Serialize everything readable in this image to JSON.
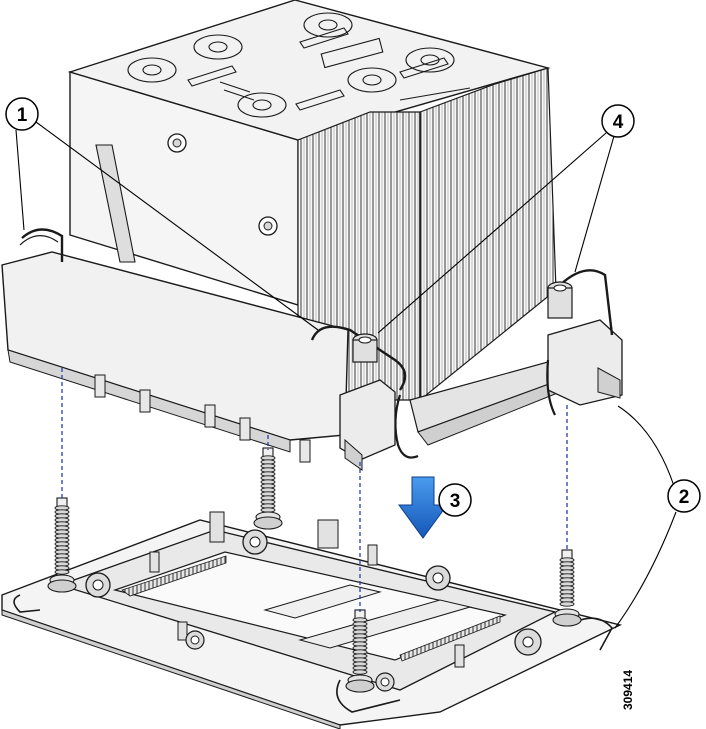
{
  "callouts": [
    {
      "label": "1"
    },
    {
      "label": "2"
    },
    {
      "label": "3"
    },
    {
      "label": "4"
    }
  ],
  "figure_number": "309414",
  "colors": {
    "line": "#1a1a1a",
    "metal_light": "#f4f4f4",
    "metal_mid": "#dcdcdc",
    "metal_dark": "#a8a8a8",
    "guide_dash": "#2b3ea8",
    "arrow": "#1f6fd1"
  },
  "icons": [
    "down-arrow-icon",
    "screw-icon",
    "callout-circle-icon"
  ]
}
